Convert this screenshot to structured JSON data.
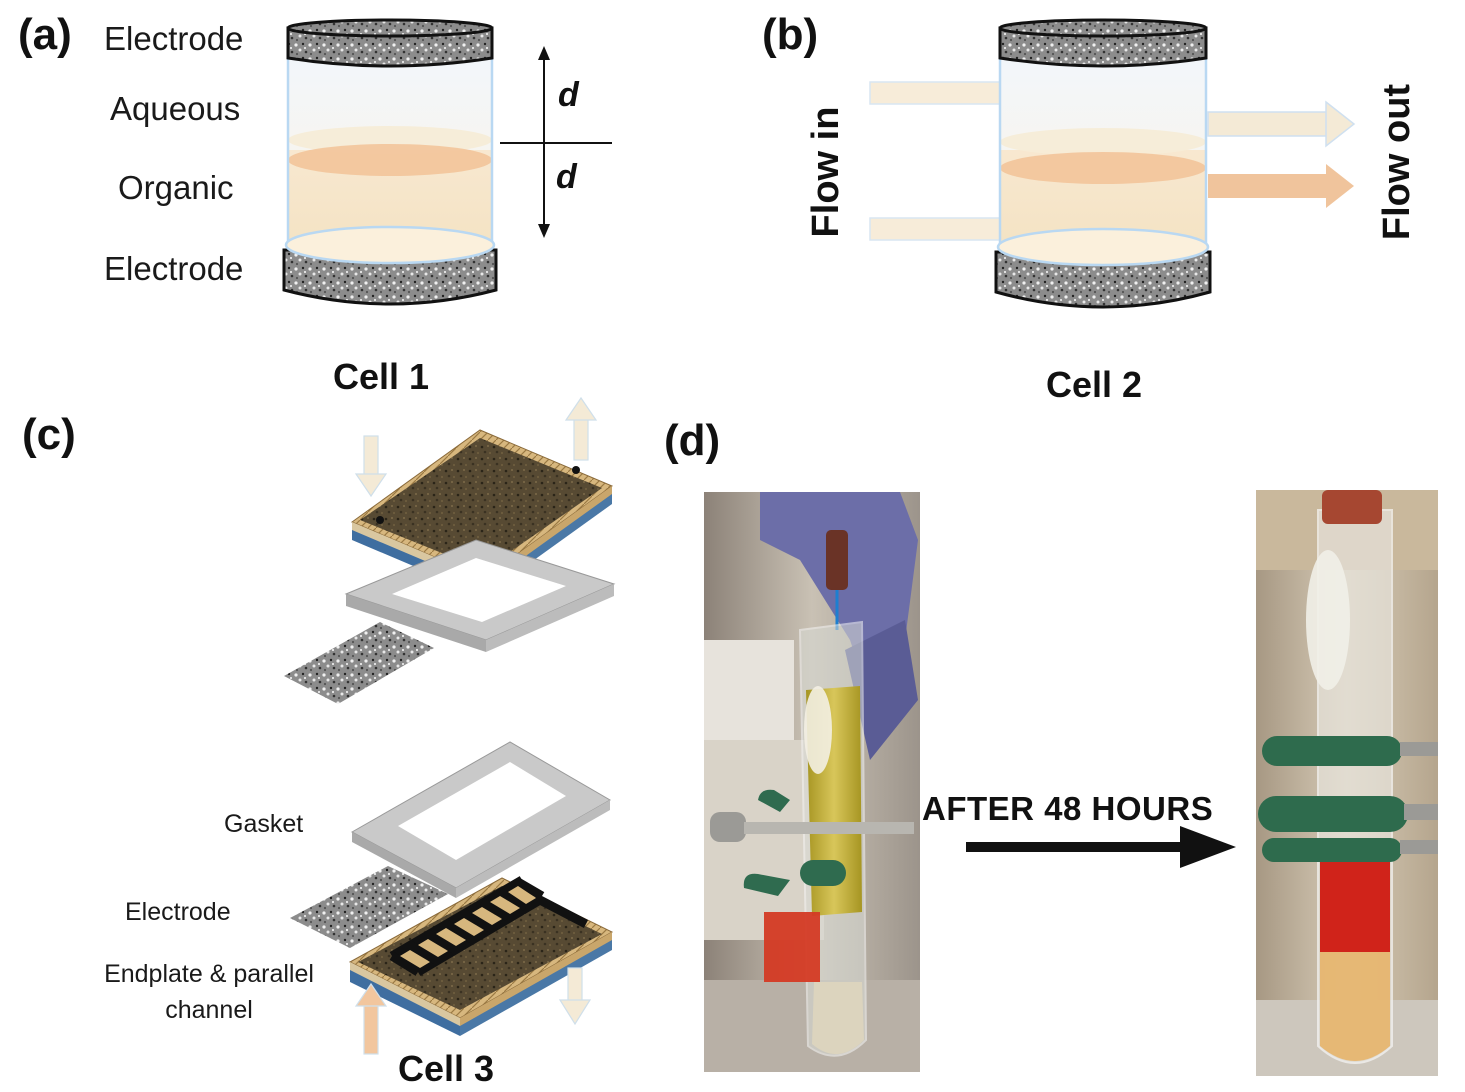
{
  "panels": {
    "a": {
      "label": "(a)",
      "layers": {
        "top_electrode": "Electrode",
        "aqueous": "Aqueous",
        "organic": "Organic",
        "bottom_electrode": "Electrode"
      },
      "d_top": "d",
      "d_bottom": "d",
      "title": "Cell 1"
    },
    "b": {
      "label": "(b)",
      "flow_in": "Flow in",
      "flow_out": "Flow out",
      "title": "Cell 2"
    },
    "c": {
      "label": "(c)",
      "gasket": "Gasket",
      "electrode": "Electrode",
      "endplate_line1": "Endplate & parallel",
      "endplate_line2": "channel",
      "title": "Cell 3"
    },
    "d": {
      "label": "(d)",
      "arrow_text": "AFTER 48 HOURS"
    }
  },
  "colors": {
    "aqueous": "#fbf6ec",
    "organic": "#f6e3c6",
    "interface": "#f2b98c",
    "electrode": "#9a9a9a",
    "cell_outline": "#b9d8f2",
    "endplate": "#5a4a30",
    "gasket": "#cfcfcf",
    "flow_arrow_light": "#f5e6c8",
    "flow_arrow_dark": "#f0c49c",
    "red_layer": "#c8241a",
    "yellow_liquid": "#c9b53a"
  },
  "icons": [
    "electrode-texture",
    "up-arrow",
    "down-arrow",
    "right-arrow"
  ]
}
